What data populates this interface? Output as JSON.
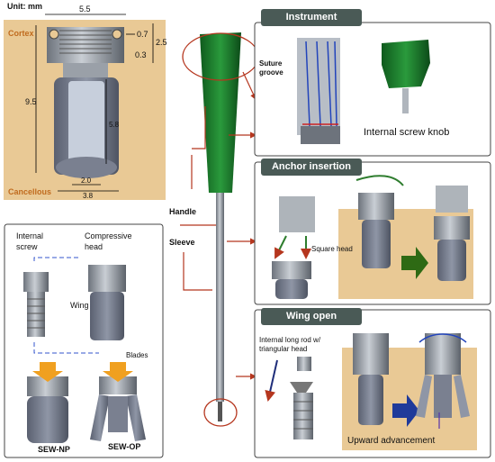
{
  "dimension_panel": {
    "unit_label": "Unit: mm",
    "cortex_label": "Cortex",
    "cancellous_label": "Cancellous",
    "dims": {
      "top_width": "5.5",
      "top_thread": "0.7",
      "head_height": "2.5",
      "pitch": "0.3",
      "total_height": "9.5",
      "blade_length": "5.8",
      "inner_width": "2.0",
      "bottom_width": "3.8"
    }
  },
  "parts_panel": {
    "internal_screw_label": "Internal\nscrew",
    "compressive_head_label": "Compressive\nhead",
    "wing_label": "Wing",
    "blades_label": "Blades",
    "sew_np_label": "SEW-NP",
    "sew_op_label": "SEW-OP"
  },
  "instrument_labels": {
    "handle": "Handle",
    "sleeve": "Sleeve"
  },
  "instrument_panel": {
    "title": "Instrument",
    "suture_groove": "Suture\ngroove",
    "knob_label": "Internal screw knob"
  },
  "insertion_panel": {
    "title": "Anchor insertion",
    "square_head": "Square head"
  },
  "wing_panel": {
    "title": "Wing open",
    "rod_label": "Internal long rod w/\ntriangular head",
    "upward": "Upward advancement"
  },
  "colors": {
    "bone": "#e9c995",
    "cortex_text": "#c06b1e",
    "handle_green": "#1c7a2c",
    "panel_title": "#4a5a56",
    "arrow_red": "#b5361e",
    "metal": "#9aa0a8"
  }
}
